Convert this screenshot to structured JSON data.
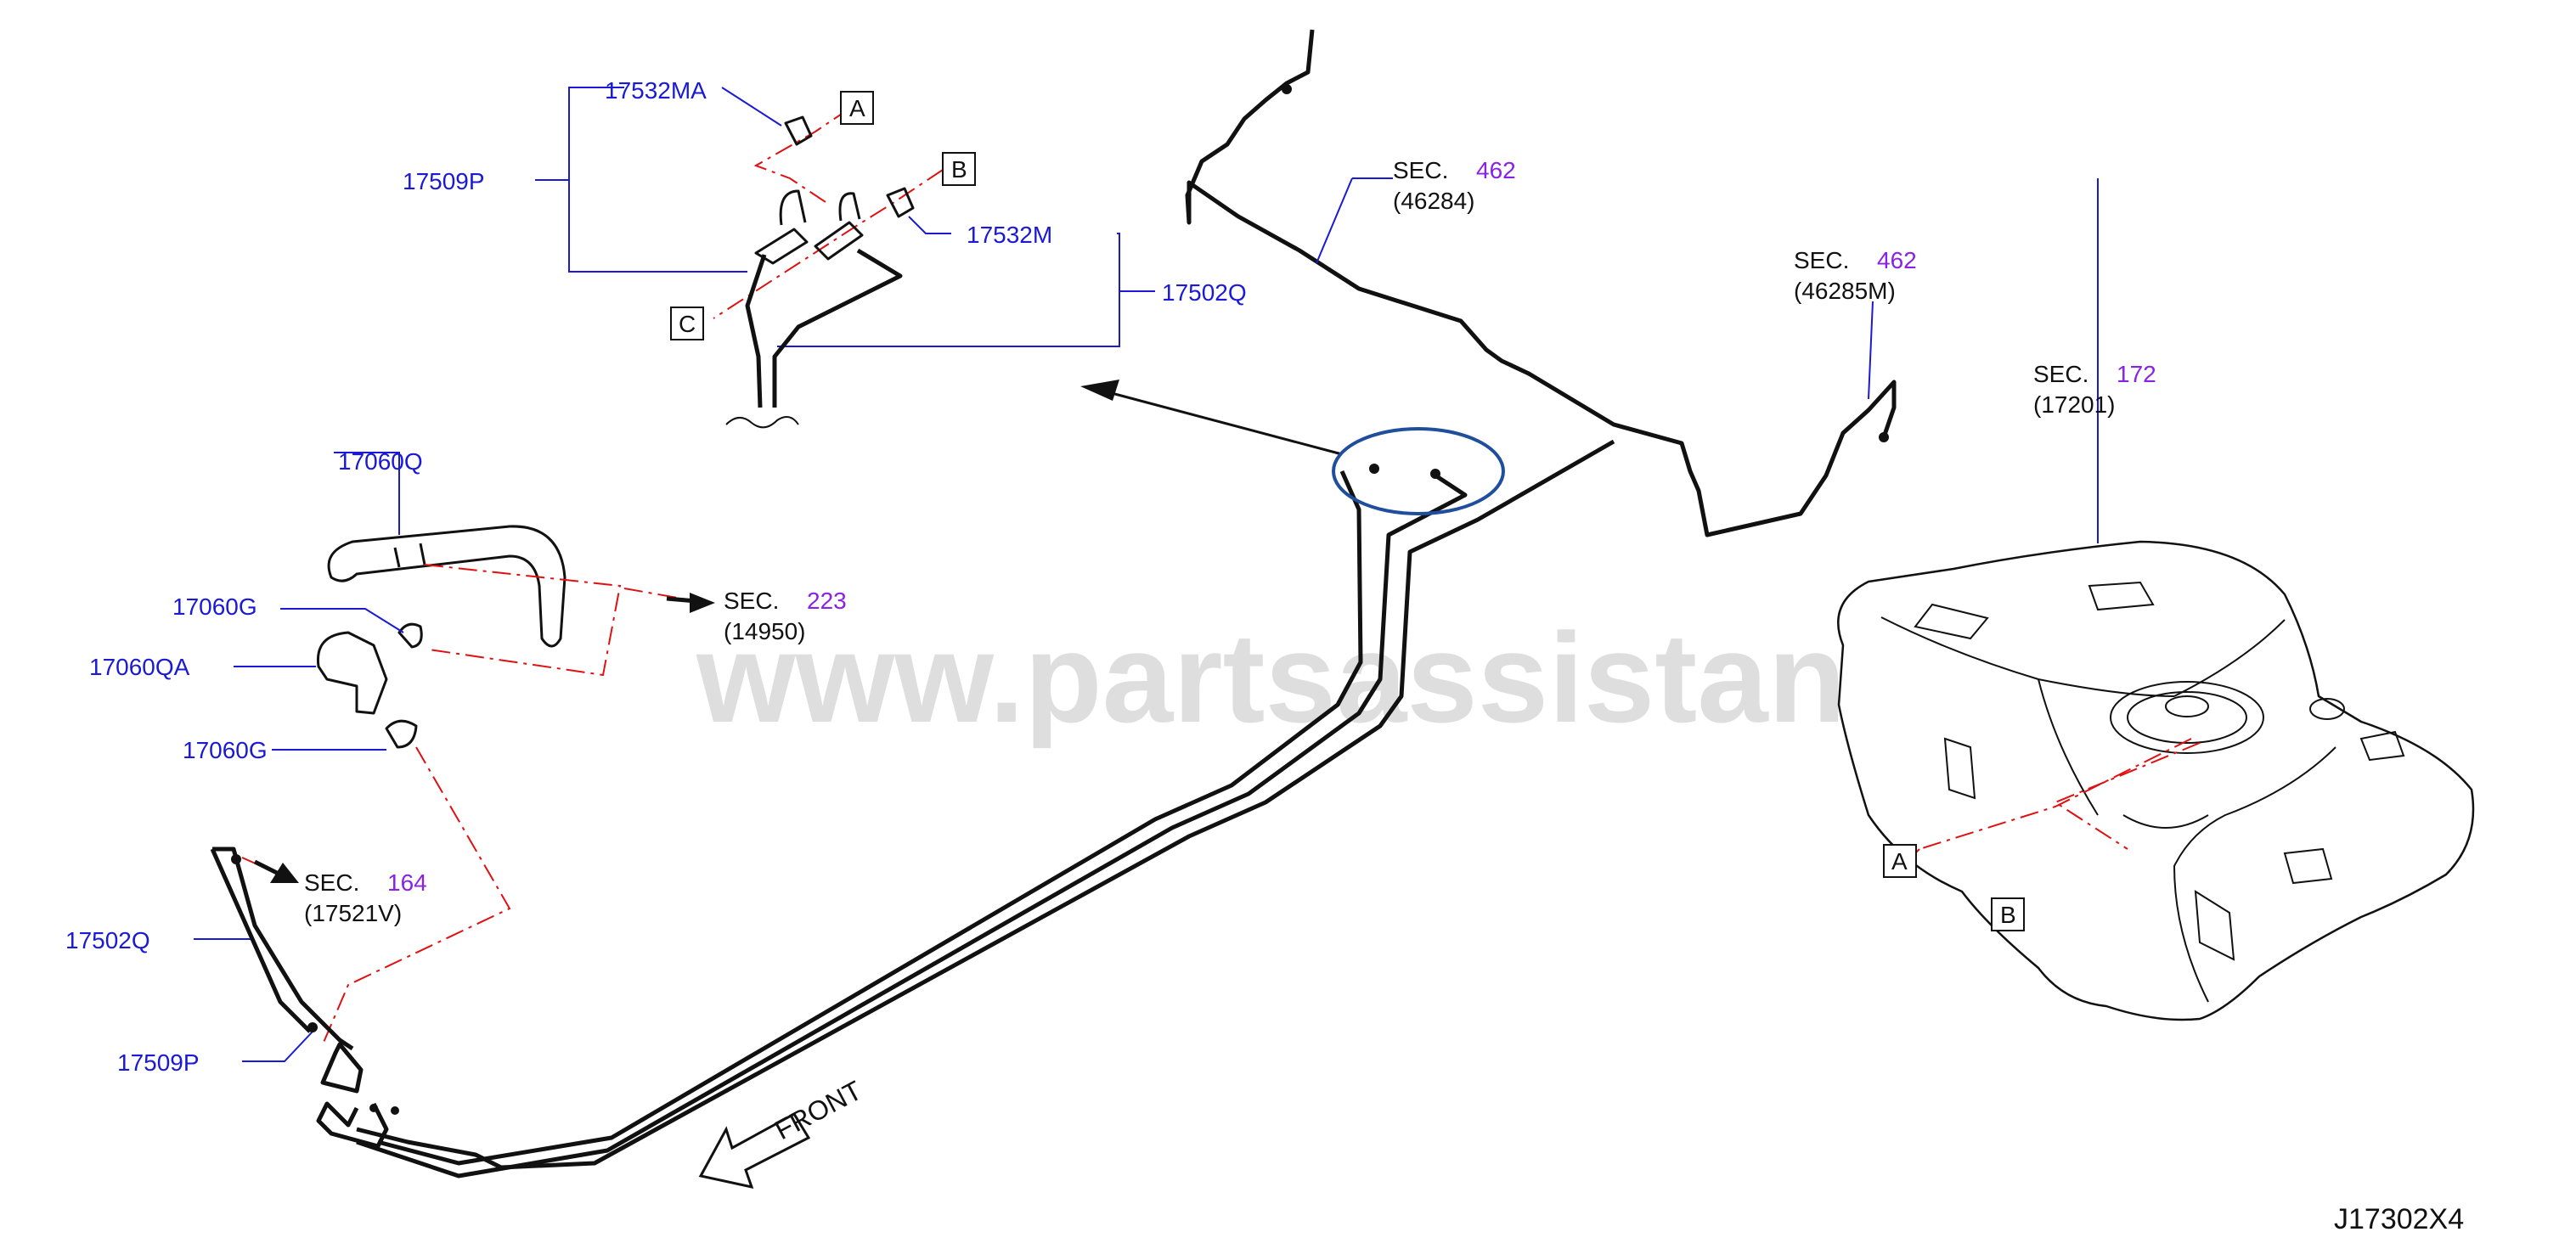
{
  "watermark": "www.partsassistant.com",
  "diagram_code": "J17302X4",
  "front_label": "FRONT",
  "parts": {
    "p17532MA": "17532MA",
    "p17509P_top": "17509P",
    "p17532M": "17532M",
    "p17502Q_top": "17502Q",
    "p17060Q": "17060Q",
    "p17060G_1": "17060G",
    "p17060QA": "17060QA",
    "p17060G_2": "17060G",
    "p17502Q_bottom": "17502Q",
    "p17509P_bottom": "17509P"
  },
  "sections": [
    {
      "prefix": "SEC.",
      "number": "462",
      "ref": "(46284)"
    },
    {
      "prefix": "SEC.",
      "number": "462",
      "ref": "(46285M)"
    },
    {
      "prefix": "SEC.",
      "number": "172",
      "ref": "(17201)"
    },
    {
      "prefix": "SEC.",
      "number": "223",
      "ref": "(14950)"
    },
    {
      "prefix": "SEC.",
      "number": "164",
      "ref": "(17521V)"
    }
  ],
  "callouts": {
    "a_top": "A",
    "b_top": "B",
    "c_top": "C",
    "a_tank": "A",
    "b_tank": "B"
  },
  "colors": {
    "part_number": "#1a1ad6",
    "section_number": "#8a22e6",
    "dash_line": "#e01010",
    "detail_circle": "#1f4e9c"
  }
}
